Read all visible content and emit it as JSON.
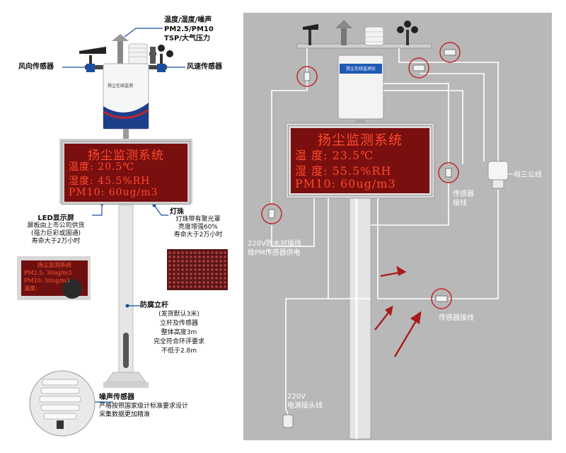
{
  "left": {
    "top_callout": [
      "温度/湿度/噪声",
      "PM2.5/PM10",
      "TSP/大气压力"
    ],
    "wind_direction_label": "风向传感器",
    "wind_speed_label": "风速传感器",
    "box_label": "扬尘在线监测",
    "led": {
      "line1": "扬尘监测系统",
      "line2": "温度:  20.5℃",
      "line3": "湿度:  45.5%RH",
      "line4": "PM10:  60ug/m3"
    },
    "led_screen_callout": [
      "LED显示屏",
      "屏板由上市公司供货",
      "(强力巨彩或国通)",
      "寿命大于2万小时"
    ],
    "lamp_callout": [
      "灯珠",
      "灯珠带有聚光罩",
      "亮度增强60%",
      "寿命大于2万小时"
    ],
    "pole_callout": [
      "防腐立杆",
      "(发货默认3米)",
      "立杆及传感器",
      "整体高度3m",
      "完全符合环评要求",
      "不低于2.8m"
    ],
    "noise_callout": [
      "噪声传感器",
      "严格按照国家级计标准要求设计",
      "采集数据更加精准"
    ],
    "inset_led": {
      "line1": "扬尘监测系统",
      "line2": "PM2.5:  30ug/m3",
      "line3": "PM10:   50ug/m3",
      "line4": "温度:"
    }
  },
  "right": {
    "box_label": "扬尘在线监测仪",
    "led": {
      "line1": "扬尘监测系统",
      "line2": "温  度:  23.5℃",
      "line3": "湿  度:  55.5%RH",
      "line4": "PM10:   60ug/m3"
    },
    "splitter_label": "一母三公线",
    "sensor_wiring_label": [
      "传感器",
      "接线"
    ],
    "waterproof_label": [
      "220V防水对插线",
      "给PM传感器供电"
    ],
    "sensor_connector_label": "传感器接线",
    "power_plug_label": [
      "220V",
      "电源插头线"
    ]
  }
}
